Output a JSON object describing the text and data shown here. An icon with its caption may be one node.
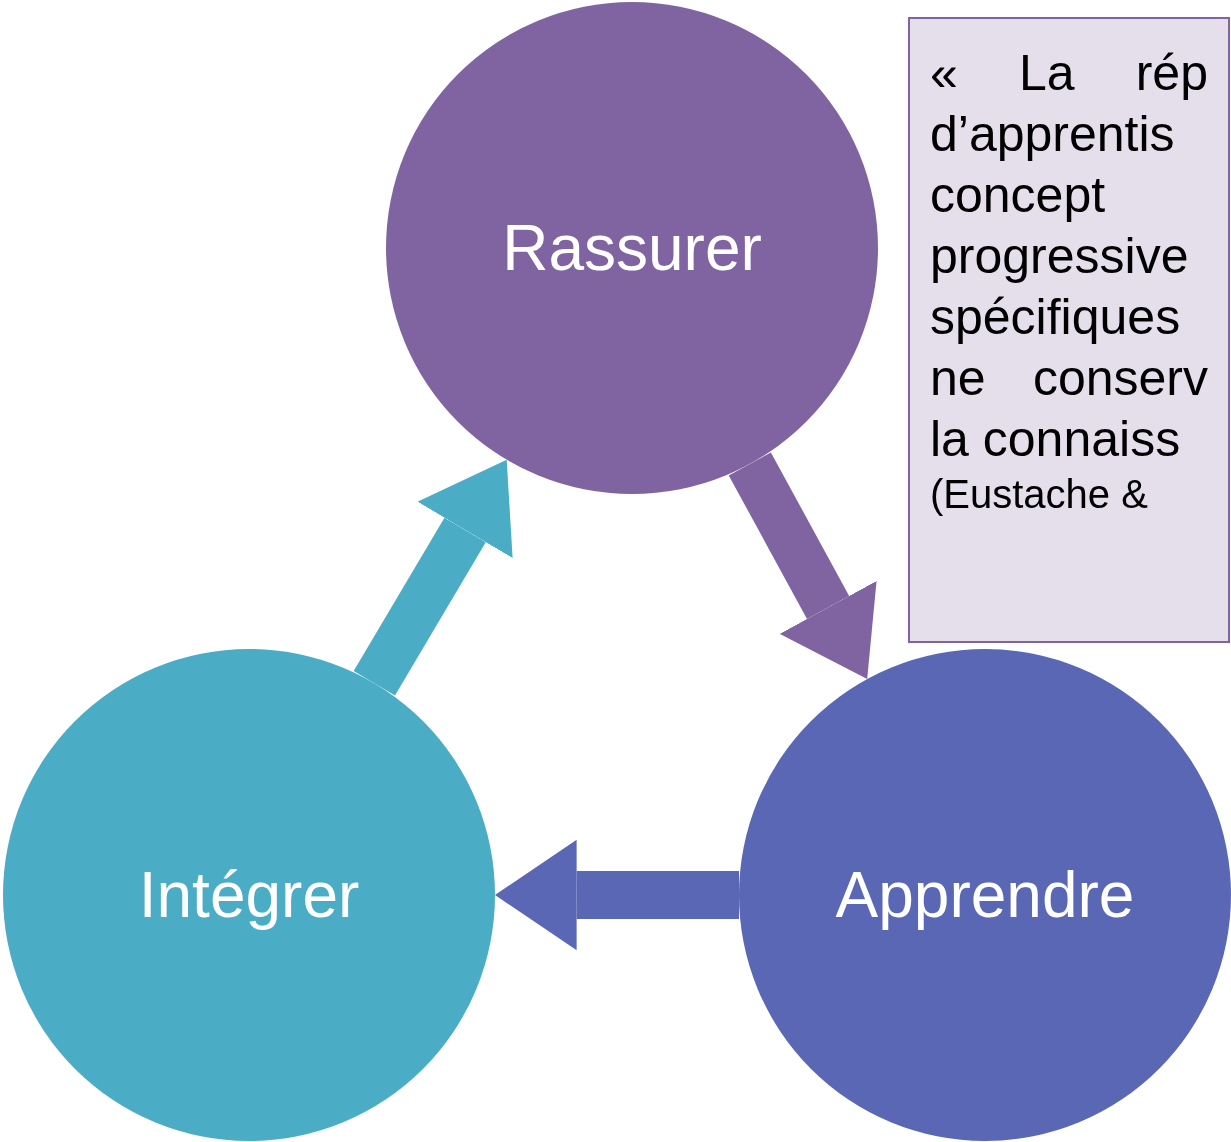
{
  "diagram": {
    "nodes": [
      {
        "text": [
          "Rassurer"
        ]
      },
      {
        "text": [
          "« La rép d’apprentis concept progressive spécifiques ne conserv la connaiss",
          "(Eustache &"
        ]
      },
      {
        "text": [
          "Apprendre"
        ]
      },
      {
        "text": [
          "Intégrer"
        ]
      }
    ],
    "edges": [
      {
        "from": 0,
        "to": 2,
        "arrow": "to",
        "color": "#8064a2"
      },
      {
        "from": 2,
        "to": 3,
        "arrow": "to",
        "color": "#5a67b4"
      },
      {
        "from": 3,
        "to": 0,
        "arrow": "to",
        "color": "#4bacc6"
      }
    ]
  }
}
